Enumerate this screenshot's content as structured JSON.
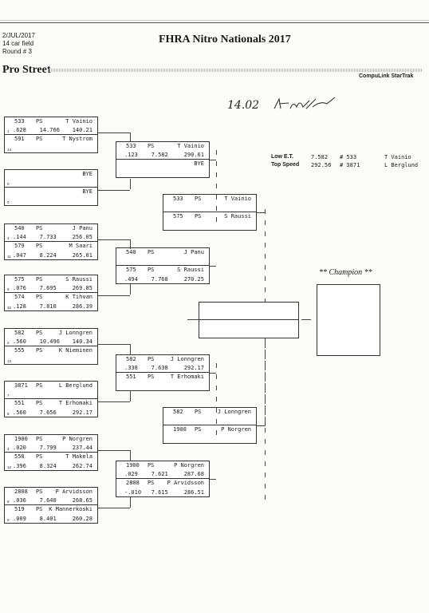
{
  "header": {
    "date": "2/JUL/2017",
    "field": "14 car field",
    "round": "Round # 3",
    "title": "FHRA Nitro Nationals 2017",
    "class_name": "Pro Street",
    "brand": "CompuLink StarTrak",
    "handwritten": "14.02"
  },
  "stats": {
    "low_et_label": "Low  E.T.",
    "low_et_value": "7.582",
    "low_et_car": "# 533",
    "low_et_driver": "T Vainio",
    "top_speed_label": "Top Speed",
    "top_speed_value": "292.56",
    "top_speed_car": "# 3871",
    "top_speed_driver": "L Berglund"
  },
  "champion_label": "** Champion **",
  "round1": [
    {
      "top": {
        "car": "533",
        "cls": "PS",
        "driver": "T Vainio",
        "rt": ".628",
        "et": "14.766",
        "mph": "140.21",
        "lane": "1"
      },
      "bot": {
        "car": "591",
        "cls": "PS",
        "driver": "T Nystrom",
        "rt": "",
        "et": "",
        "mph": "",
        "lane": "14"
      }
    },
    {
      "top": {
        "car": "",
        "cls": "",
        "driver": "BYE",
        "rt": "",
        "et": "",
        "mph": "",
        "lane": "0"
      },
      "bot": {
        "car": "",
        "cls": "",
        "driver": "BYE",
        "rt": "",
        "et": "",
        "mph": "",
        "lane": "0"
      }
    },
    {
      "top": {
        "car": "540",
        "cls": "PS",
        "driver": "J Panu",
        "rt": ".144",
        "et": "7.733",
        "mph": "256.05",
        "lane": "4"
      },
      "bot": {
        "car": "579",
        "cls": "PS",
        "driver": "M Saari",
        "rt": ".047",
        "et": "8.224",
        "mph": "265.01",
        "lane": "11"
      }
    },
    {
      "top": {
        "car": "575",
        "cls": "PS",
        "driver": "S Raussi",
        "rt": ".076",
        "et": "7.695",
        "mph": "269.85",
        "lane": "5"
      },
      "bot": {
        "car": "574",
        "cls": "PS",
        "driver": "K Tihvan",
        "rt": ".128",
        "et": "7.810",
        "mph": "286.39",
        "lane": "10"
      }
    },
    {
      "top": {
        "car": "582",
        "cls": "PS",
        "driver": "J Lonngren",
        "rt": ".560",
        "et": "10.496",
        "mph": "140.34",
        "lane": "2"
      },
      "bot": {
        "car": "555",
        "cls": "PS",
        "driver": "K Nieminen",
        "rt": "",
        "et": "",
        "mph": "",
        "lane": "13"
      }
    },
    {
      "top": {
        "car": "3871",
        "cls": "PS",
        "driver": "L Berglund",
        "rt": "",
        "et": "",
        "mph": "",
        "lane": "7"
      },
      "bot": {
        "car": "551",
        "cls": "PS",
        "driver": "T Erhomaki",
        "rt": ".560",
        "et": "7.656",
        "mph": "292.17",
        "lane": "8"
      }
    },
    {
      "top": {
        "car": "1900",
        "cls": "PS",
        "driver": "P Norgren",
        "rt": ".020",
        "et": "7.799",
        "mph": "237.44",
        "lane": "3"
      },
      "bot": {
        "car": "550",
        "cls": "PS",
        "driver": "T Makela",
        "rt": ".396",
        "et": "8.324",
        "mph": "262.74",
        "lane": "12"
      }
    },
    {
      "top": {
        "car": "2808",
        "cls": "PS",
        "driver": "P Arvidsson",
        "rt": ".036",
        "et": "7.640",
        "mph": "268.65",
        "lane": "6"
      },
      "bot": {
        "car": "519",
        "cls": "PS",
        "driver": "K Mannerkoski",
        "rt": ".009",
        "et": "8.401",
        "mph": "260.28",
        "lane": "9"
      }
    }
  ],
  "round2": [
    {
      "top": {
        "car": "533",
        "cls": "PS",
        "driver": "T Vainio",
        "rt": ".123",
        "et": "7.582",
        "mph": "290.61"
      },
      "bot": {
        "car": "",
        "cls": "",
        "driver": "BYE",
        "rt": "",
        "et": "",
        "mph": ""
      }
    },
    {
      "top": {
        "car": "540",
        "cls": "PS",
        "driver": "J Panu",
        "rt": "",
        "et": "",
        "mph": ""
      },
      "bot": {
        "car": "575",
        "cls": "PS",
        "driver": "S Raussi",
        "rt": ".494",
        "et": "7.768",
        "mph": "270.25"
      }
    },
    {
      "top": {
        "car": "582",
        "cls": "PS",
        "driver": "J Lonngren",
        "rt": ".338",
        "et": "7.638",
        "mph": "292.17"
      },
      "bot": {
        "car": "551",
        "cls": "PS",
        "driver": "T Erhomaki",
        "rt": "",
        "et": "",
        "mph": ""
      }
    },
    {
      "top": {
        "car": "1900",
        "cls": "PS",
        "driver": "P Norgren",
        "rt": ".029",
        "et": "7.621",
        "mph": "287.68"
      },
      "bot": {
        "car": "2808",
        "cls": "PS",
        "driver": "P Arvidsson",
        "rt": "-.010",
        "et": "7.615",
        "mph": "286.51"
      }
    }
  ],
  "round3": [
    {
      "top": {
        "car": "533",
        "cls": "PS",
        "driver": "T Vainio"
      },
      "bot": {
        "car": "575",
        "cls": "PS",
        "driver": "S Raussi"
      }
    },
    {
      "top": {
        "car": "582",
        "cls": "PS",
        "driver": "J Lonngren"
      },
      "bot": {
        "car": "1900",
        "cls": "PS",
        "driver": "P Norgren"
      }
    }
  ]
}
